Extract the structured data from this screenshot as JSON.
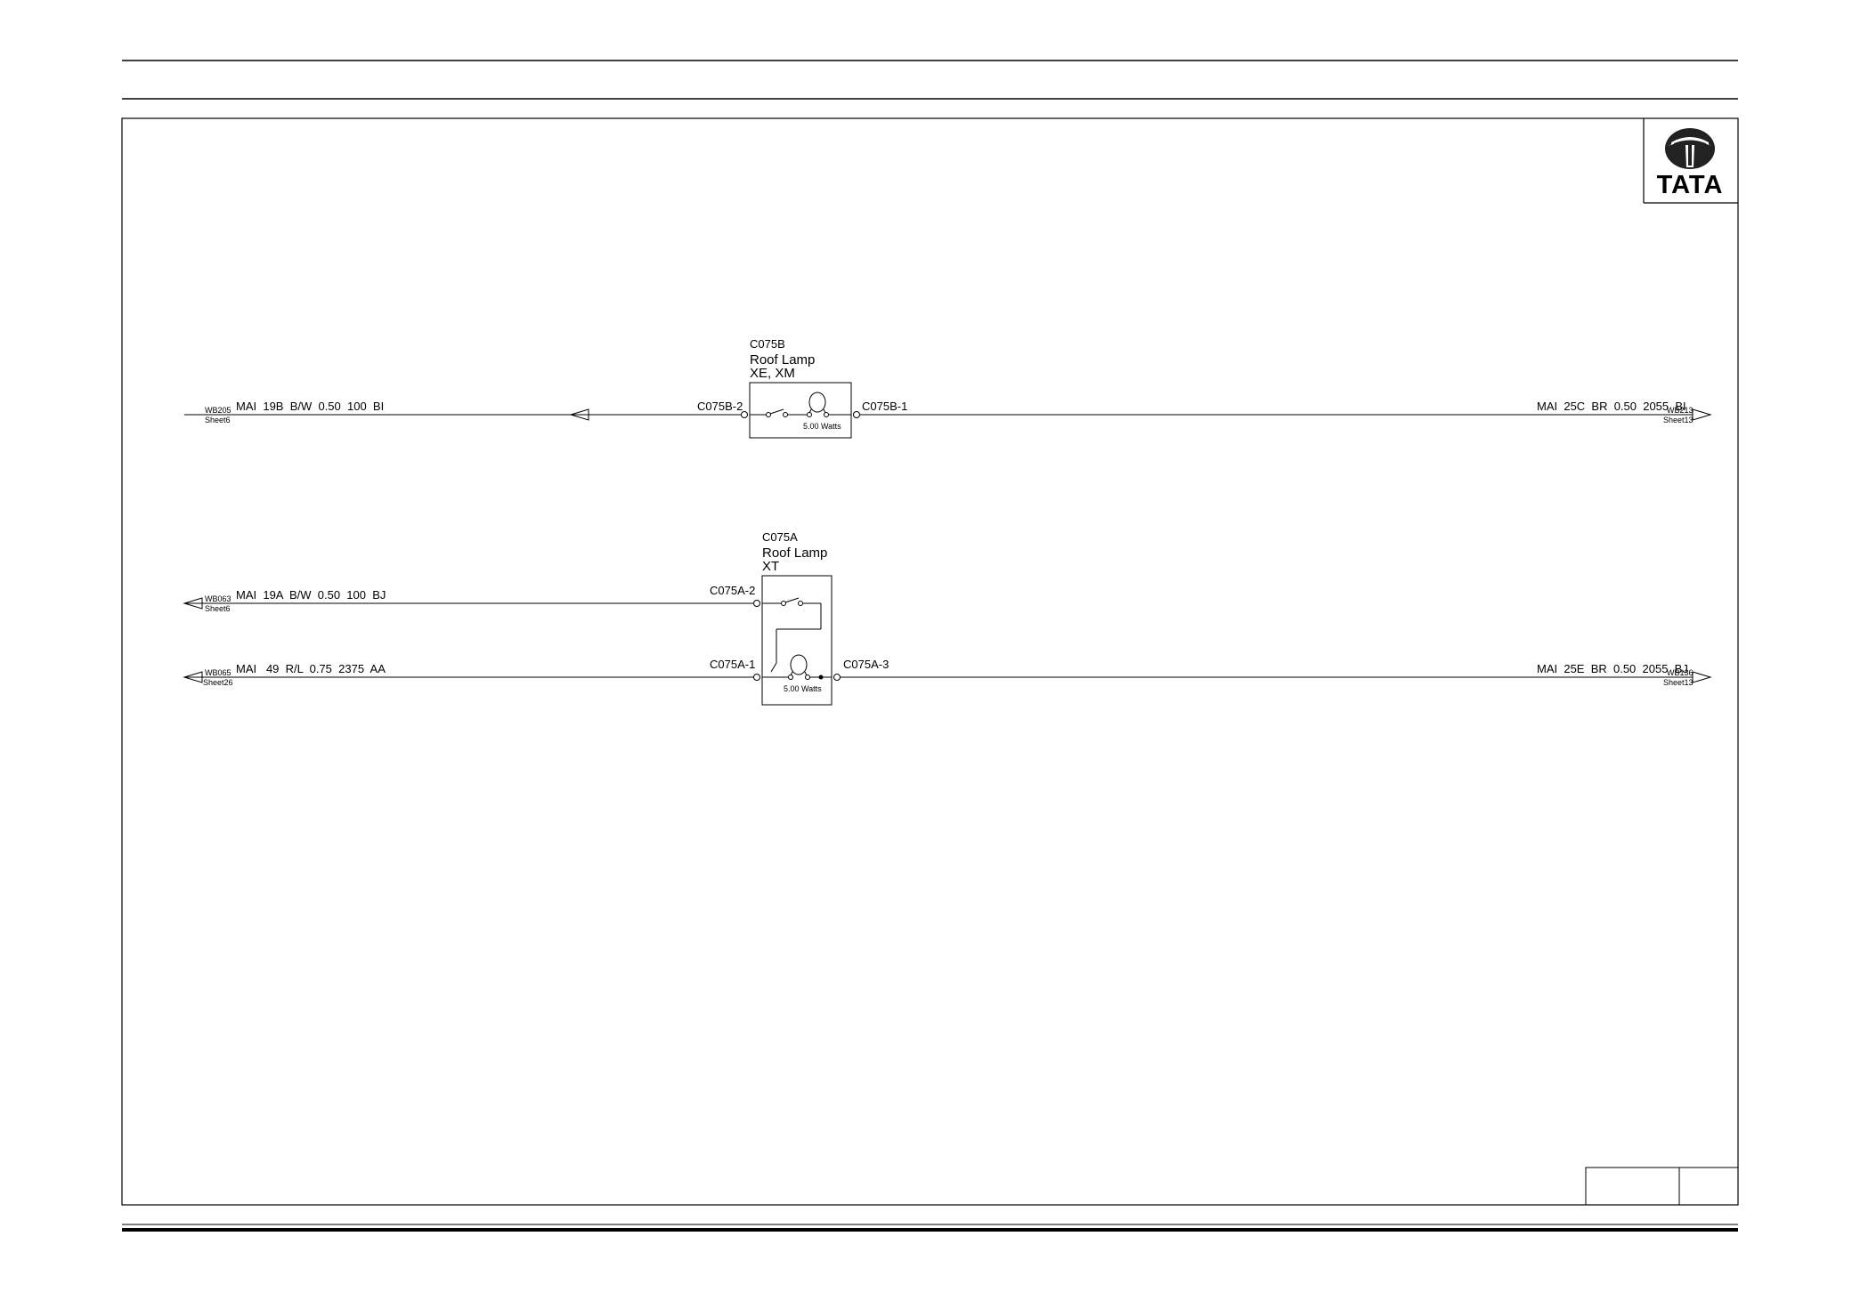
{
  "logo": {
    "text": "TATA"
  },
  "upper": {
    "component": {
      "code": "C075B",
      "name": "Roof Lamp",
      "variants": "XE, XM",
      "rating": "5.00 Watts"
    },
    "pin_left": "C075B-2",
    "pin_right": "C075B-1",
    "wire_left": {
      "label": "MAI  19B  B/W  0.50  100  BI",
      "ref": "WB205",
      "sheet": "Sheet6"
    },
    "wire_right": {
      "label": "MAI  25C  BR  0.50  2055  BI",
      "ref": "WB213",
      "sheet": "Sheet13"
    }
  },
  "lower": {
    "component": {
      "code": "C075A",
      "name": "Roof Lamp",
      "variants": "XT",
      "rating": "5.00 Watts"
    },
    "pin_top_left": "C075A-2",
    "pin_bottom_left": "C075A-1",
    "pin_right": "C075A-3",
    "wire_top_left": {
      "label": "MAI  19A  B/W  0.50  100  BJ",
      "ref": "WB063",
      "sheet": "Sheet6"
    },
    "wire_bottom_left": {
      "label": "MAI   49  R/L  0.75  2375  AA",
      "ref": "WB065",
      "sheet": "Sheet26"
    },
    "wire_right": {
      "label": "MAI  25E  BR  0.50  2055  BJ",
      "ref": "WB136",
      "sheet": "Sheet13"
    }
  }
}
